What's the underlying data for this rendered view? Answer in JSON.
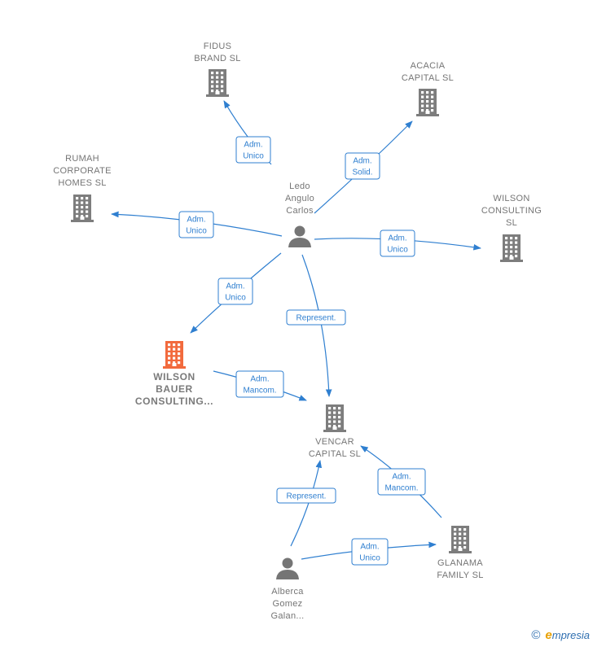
{
  "colors": {
    "edge": "#2f7fd0",
    "building": "#7d7d7d",
    "highlight": "#f26a3d",
    "person": "#757575"
  },
  "nodes": [
    {
      "id": "fidus",
      "type": "company",
      "label": [
        "FIDUS",
        "BRAND  SL"
      ]
    },
    {
      "id": "acacia",
      "type": "company",
      "label": [
        "ACACIA",
        "CAPITAL  SL"
      ]
    },
    {
      "id": "rumah",
      "type": "company",
      "label": [
        "RUMAH",
        "CORPORATE",
        "HOMES  SL"
      ]
    },
    {
      "id": "wilson",
      "type": "company",
      "label": [
        "WILSON",
        "CONSULTING",
        "SL"
      ]
    },
    {
      "id": "ledo",
      "type": "person",
      "label": [
        "Ledo",
        "Angulo",
        "Carlos"
      ]
    },
    {
      "id": "wbauer",
      "type": "company",
      "highlight": true,
      "label": [
        "WILSON",
        "BAUER",
        "CONSULTING..."
      ]
    },
    {
      "id": "vencar",
      "type": "company",
      "label": [
        "VENCAR",
        "CAPITAL  SL"
      ]
    },
    {
      "id": "glanama",
      "type": "company",
      "label": [
        "GLANAMA",
        "FAMILY  SL"
      ]
    },
    {
      "id": "alberca",
      "type": "person",
      "label": [
        "Alberca",
        "Gomez",
        "Galan..."
      ]
    }
  ],
  "edges": [
    {
      "id": "ledo-fidus",
      "label": [
        "Adm.",
        "Unico"
      ]
    },
    {
      "id": "ledo-acacia",
      "label": [
        "Adm.",
        "Solid."
      ]
    },
    {
      "id": "ledo-rumah",
      "label": [
        "Adm.",
        "Unico"
      ]
    },
    {
      "id": "ledo-wilson",
      "label": [
        "Adm.",
        "Unico"
      ]
    },
    {
      "id": "ledo-wbauer",
      "label": [
        "Adm.",
        "Unico"
      ]
    },
    {
      "id": "ledo-vencar",
      "label": [
        "Represent."
      ]
    },
    {
      "id": "wbauer-vencar",
      "label": [
        "Adm.",
        "Mancom."
      ]
    },
    {
      "id": "glanama-vencar",
      "label": [
        "Adm.",
        "Mancom."
      ]
    },
    {
      "id": "alberca-vencar",
      "label": [
        "Represent."
      ]
    },
    {
      "id": "alberca-glanama",
      "label": [
        "Adm.",
        "Unico"
      ]
    }
  ],
  "brand": {
    "copyright": "©",
    "name_initial": "e",
    "name_rest": "mpresia"
  }
}
